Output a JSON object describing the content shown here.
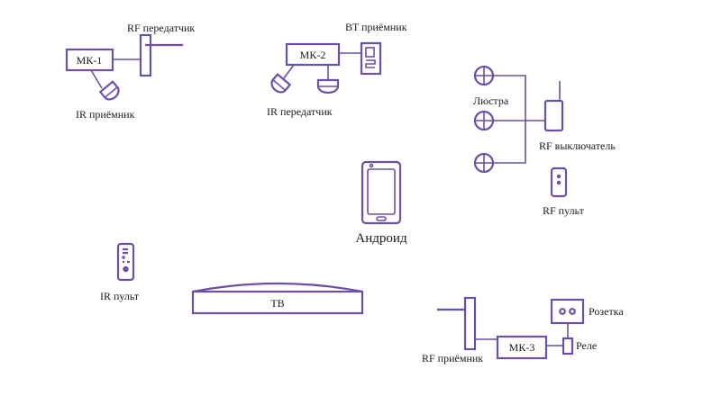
{
  "theme": {
    "accent": "#6b4fa8",
    "text": "#1a1a1a",
    "background": "#ffffff"
  },
  "groups": {
    "mk1": {
      "controller_label": "МК-1",
      "rf_transmitter_label": "RF передатчик",
      "ir_receiver_label": "IR приёмник"
    },
    "mk2": {
      "controller_label": "МК-2",
      "bt_receiver_label": "BT приёмник",
      "ir_transmitter_label": "IR передатчик"
    },
    "lighting": {
      "chandelier_label": "Люстра",
      "rf_switch_label": "RF выключатель",
      "rf_remote_label": "RF пульт"
    },
    "android": {
      "label": "Андроид"
    },
    "tv": {
      "label": "ТВ",
      "ir_remote_label": "IR пульт"
    },
    "mk3": {
      "controller_label": "МК-3",
      "rf_receiver_label": "RF приёмник",
      "socket_label": "Розетка",
      "relay_label": "Реле"
    }
  },
  "icons": [
    "ir-sensor-icon",
    "bluetooth-module-icon",
    "lamp-icon",
    "rf-switch-icon",
    "remote-icon",
    "smartphone-icon",
    "tv-icon",
    "socket-icon",
    "relay-icon",
    "antenna-icon"
  ]
}
